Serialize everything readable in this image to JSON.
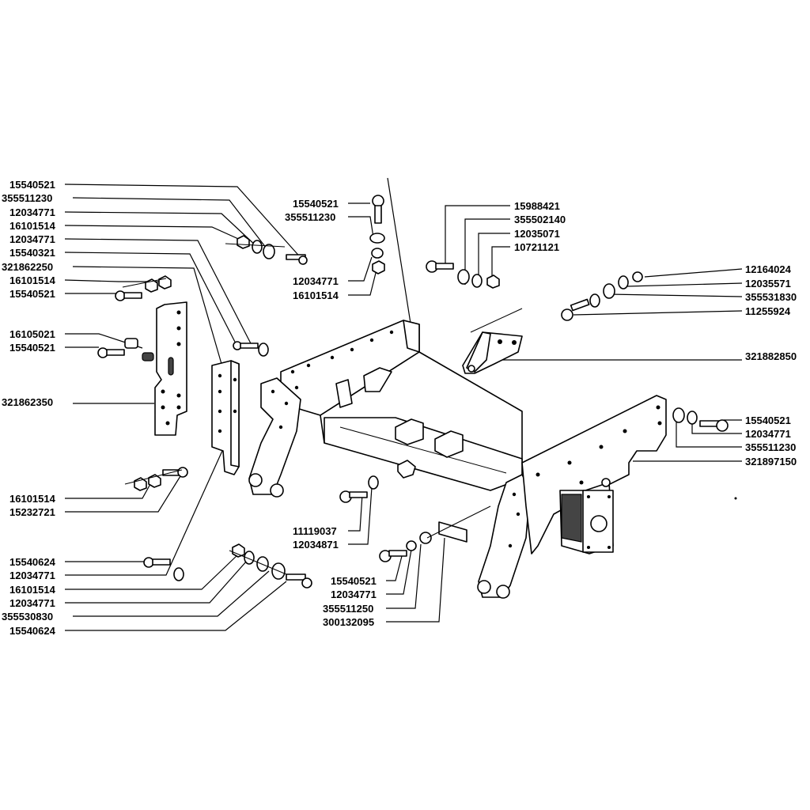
{
  "labels": {
    "l1": "15540521",
    "l2": "355511230",
    "l3": "12034771",
    "l4": "16101514",
    "l5": "12034771",
    "l6": "15540321",
    "l7": "321862250",
    "l8": "16101514",
    "l9": "15540521",
    "l10": "16105021",
    "l11": "15540521",
    "l12": "321862350",
    "l13": "16101514",
    "l14": "15232721",
    "l15": "15540624",
    "l16": "12034771",
    "l17": "16101514",
    "l18": "12034771",
    "l19": "355530830",
    "l20": "15540624",
    "c1": "15540521",
    "c2": "355511230",
    "c3": "12034771",
    "c4": "16101514",
    "c5": "11119037",
    "c6": "12034871",
    "c7": "15540521",
    "c8": "12034771",
    "c9": "355511250",
    "c10": "300132095",
    "r1": "15988421",
    "r2": "355502140",
    "r3": "12035071",
    "r4": "10721121",
    "r5": "12164024",
    "r6": "12035571",
    "r7": "355531830",
    "r8": "11255924",
    "r9": "321882850",
    "r10": "15540521",
    "r11": "12034771",
    "r12": "355511230",
    "r13": "321897150"
  }
}
